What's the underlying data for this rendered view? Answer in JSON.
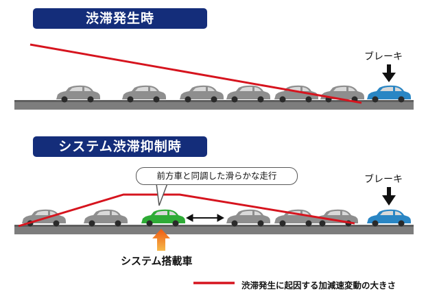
{
  "banners": {
    "top": "渋滞発生時",
    "bottom": "システム渋滞抑制時"
  },
  "labels": {
    "brake_top": "ブレーキ",
    "brake_bottom": "ブレーキ",
    "bubble": "前方車と同調した滑らかな走行",
    "system_car": "システム搭載車"
  },
  "legend": {
    "text": "渋滞発生に起因する加減速変動の大きさ"
  },
  "colors": {
    "banner": "#142d7a",
    "variation_line": "#d6141e",
    "road": "#7d7d7d",
    "gray_car": "#8e8e8e",
    "brake_car": "#2a86c4",
    "system_car": "#2eab36",
    "arrow_up": "#f08a17"
  }
}
